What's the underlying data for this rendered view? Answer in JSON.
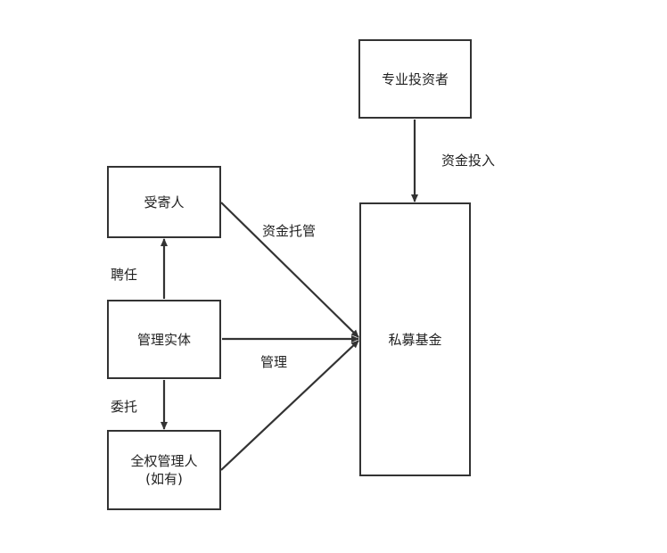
{
  "nodes": {
    "investor": "专业投资者",
    "fund": "私募基金",
    "trustee": "受寄人",
    "entity": "管理实体",
    "manager_line1": "全权管理人",
    "manager_line2": "(如有)"
  },
  "edges": {
    "capital": "资金投入",
    "custody": "资金托管",
    "manage": "管理",
    "appoint": "聘任",
    "delegate": "委托"
  },
  "colors": {
    "stroke": "#333333",
    "text": "#222222",
    "background": "#ffffff"
  }
}
